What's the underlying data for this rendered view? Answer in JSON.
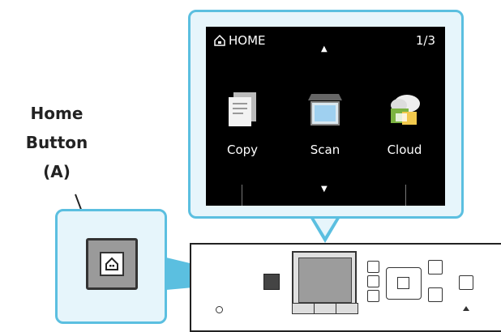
{
  "label": {
    "line1": "Home",
    "line2": "Button",
    "line3": "(A)"
  },
  "screen": {
    "header_title": "HOME",
    "page_indicator": "1/3",
    "up_arrow": "▲",
    "down_arrow": "▼",
    "tiles": [
      {
        "label": "Copy",
        "icon": "copy-icon"
      },
      {
        "label": "Scan",
        "icon": "scan-icon"
      },
      {
        "label": "Cloud",
        "icon": "cloud-icon"
      }
    ]
  },
  "colors": {
    "callout_border": "#5bbfe0",
    "callout_fill": "#e6f5fb",
    "screen_bg": "#000000"
  }
}
